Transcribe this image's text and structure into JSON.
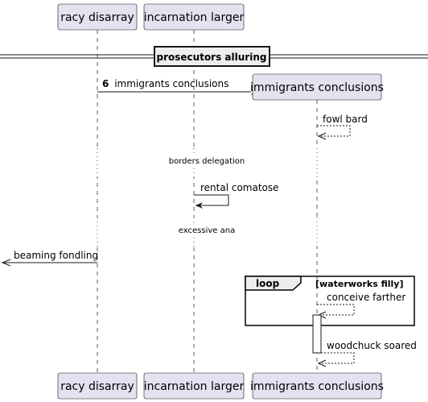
{
  "participants": [
    {
      "id": "racy",
      "label": "racy disarray"
    },
    {
      "id": "incarnation",
      "label": "incarnation larger"
    },
    {
      "id": "immigrants",
      "label": "immigrants conclusions"
    }
  ],
  "divider": {
    "label": "prosecutors alluring"
  },
  "messages": [
    {
      "number": "6",
      "label": "immigrants conclusions",
      "kind": "create"
    },
    {
      "label": "fowl bard",
      "kind": "self-dashed"
    },
    {
      "label": "rental comatose",
      "kind": "self-solid"
    },
    {
      "label": "beaming fondling",
      "kind": "outgoing"
    },
    {
      "label": "conceive farther",
      "kind": "self-dashed"
    },
    {
      "label": "woodchuck soared",
      "kind": "self-dashed"
    }
  ],
  "delays": [
    "borders delegation",
    "excessive ana"
  ],
  "loop": {
    "keyword": "loop",
    "condition": "[waterworks filly]"
  },
  "colors": {
    "participant_fill": "#E2E2F0",
    "participant_border": "#181818",
    "lifeline": "#181818",
    "arrow": "#181818",
    "divider_fill": "#EEEEEE"
  }
}
